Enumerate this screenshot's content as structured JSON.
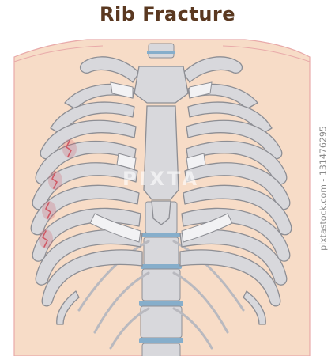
{
  "title": "Rib Fracture",
  "image_id_text": "pixtastock.com - 131476295",
  "watermark_text": "PIXTA",
  "colors": {
    "skin": "#f7dcc7",
    "skin_outline": "#e8a9a9",
    "bone": "#d8d8dc",
    "bone_light": "#ececef",
    "bone_outline": "#8d8e94",
    "cartilage": "#f2f2f4",
    "vertebra_disc": "#86aecb",
    "fracture": "#d05a66",
    "title": "#5a3820"
  },
  "fractures": {
    "side": "right",
    "count": 4
  }
}
